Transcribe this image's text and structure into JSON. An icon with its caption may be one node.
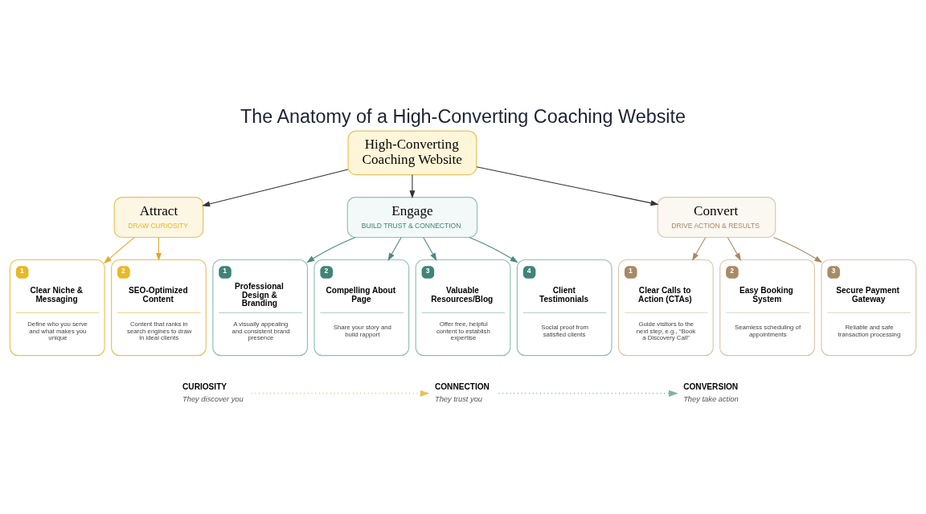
{
  "diagram": {
    "title": "The Anatomy of a High-Converting Coaching Website",
    "nodes": [
      {
        "text": [
          "High-Converting Coaching Website"
        ]
      },
      {
        "text": [
          "Attract",
          "DRAW CURIOSITY"
        ]
      },
      {
        "text": [
          "Engage",
          "BUILD TRUST & CONNECTION"
        ]
      },
      {
        "text": [
          "Convert",
          "DRIVE ACTION & RESULTS"
        ]
      },
      {
        "text": [
          "1",
          "Clear Niche & Messaging",
          "Define who you serve and what makes you unique"
        ]
      },
      {
        "text": [
          "2",
          "SEO-Optimized Content",
          "Content that ranks in search engines to draw in ideal clients"
        ]
      },
      {
        "text": [
          "1",
          "Professional Design & Branding",
          "A visually appealing and consistent brand presence"
        ]
      },
      {
        "text": [
          "2",
          "Compelling About Page",
          "Share your story and build rapport"
        ]
      },
      {
        "text": [
          "3",
          "Valuable Resources/Blog",
          "Offer free, helpful content to establish expertise"
        ]
      },
      {
        "text": [
          "4",
          "Client Testimonials",
          "Social proof from satisfied clients"
        ]
      },
      {
        "text": [
          "1",
          "Clear Calls to Action (CTAs)",
          "Guide visitors to the next step, e.g., “Book a Discovery Call”"
        ]
      },
      {
        "text": [
          "2",
          "Easy Booking System",
          "Seamless scheduling of appointments"
        ]
      },
      {
        "text": [
          "3",
          "Secure Payment Gateway",
          "Reliable and safe transaction processing"
        ]
      },
      {
        "text": [
          "CURIOSITY",
          "They discover you"
        ]
      },
      {
        "text": [
          "CONNECTION",
          "They trust you"
        ]
      },
      {
        "text": [
          "CONVERSION",
          "They take action"
        ]
      }
    ],
    "edges": [
      {
        "from": 0,
        "to": 1,
        "arrow": "to",
        "color": "#333333"
      },
      {
        "from": 0,
        "to": 2,
        "arrow": "to",
        "color": "#333333"
      },
      {
        "from": 0,
        "to": 3,
        "arrow": "to",
        "color": "#333333"
      },
      {
        "from": 1,
        "to": 4,
        "arrow": "to",
        "color": "#e0a92a"
      },
      {
        "from": 1,
        "to": 5,
        "arrow": "to",
        "color": "#e0a92a"
      },
      {
        "from": 2,
        "to": 6,
        "arrow": "to",
        "color": "#4a8a80"
      },
      {
        "from": 2,
        "to": 7,
        "arrow": "to",
        "color": "#4a8a80"
      },
      {
        "from": 2,
        "to": 8,
        "arrow": "to",
        "color": "#4a8a80"
      },
      {
        "from": 2,
        "to": 9,
        "arrow": "to",
        "color": "#4a8a80"
      },
      {
        "from": 3,
        "to": 10,
        "arrow": "to",
        "color": "#a88a64"
      },
      {
        "from": 3,
        "to": 11,
        "arrow": "to",
        "color": "#a88a64"
      },
      {
        "from": 3,
        "to": 12,
        "arrow": "to",
        "color": "#a88a64"
      },
      {
        "from": 13,
        "to": 14,
        "arrow": "to",
        "style": "dashed",
        "color": "#e8c15a"
      },
      {
        "from": 14,
        "to": 15,
        "arrow": "to",
        "style": "dashed",
        "color": "#7fb3aa"
      }
    ]
  }
}
